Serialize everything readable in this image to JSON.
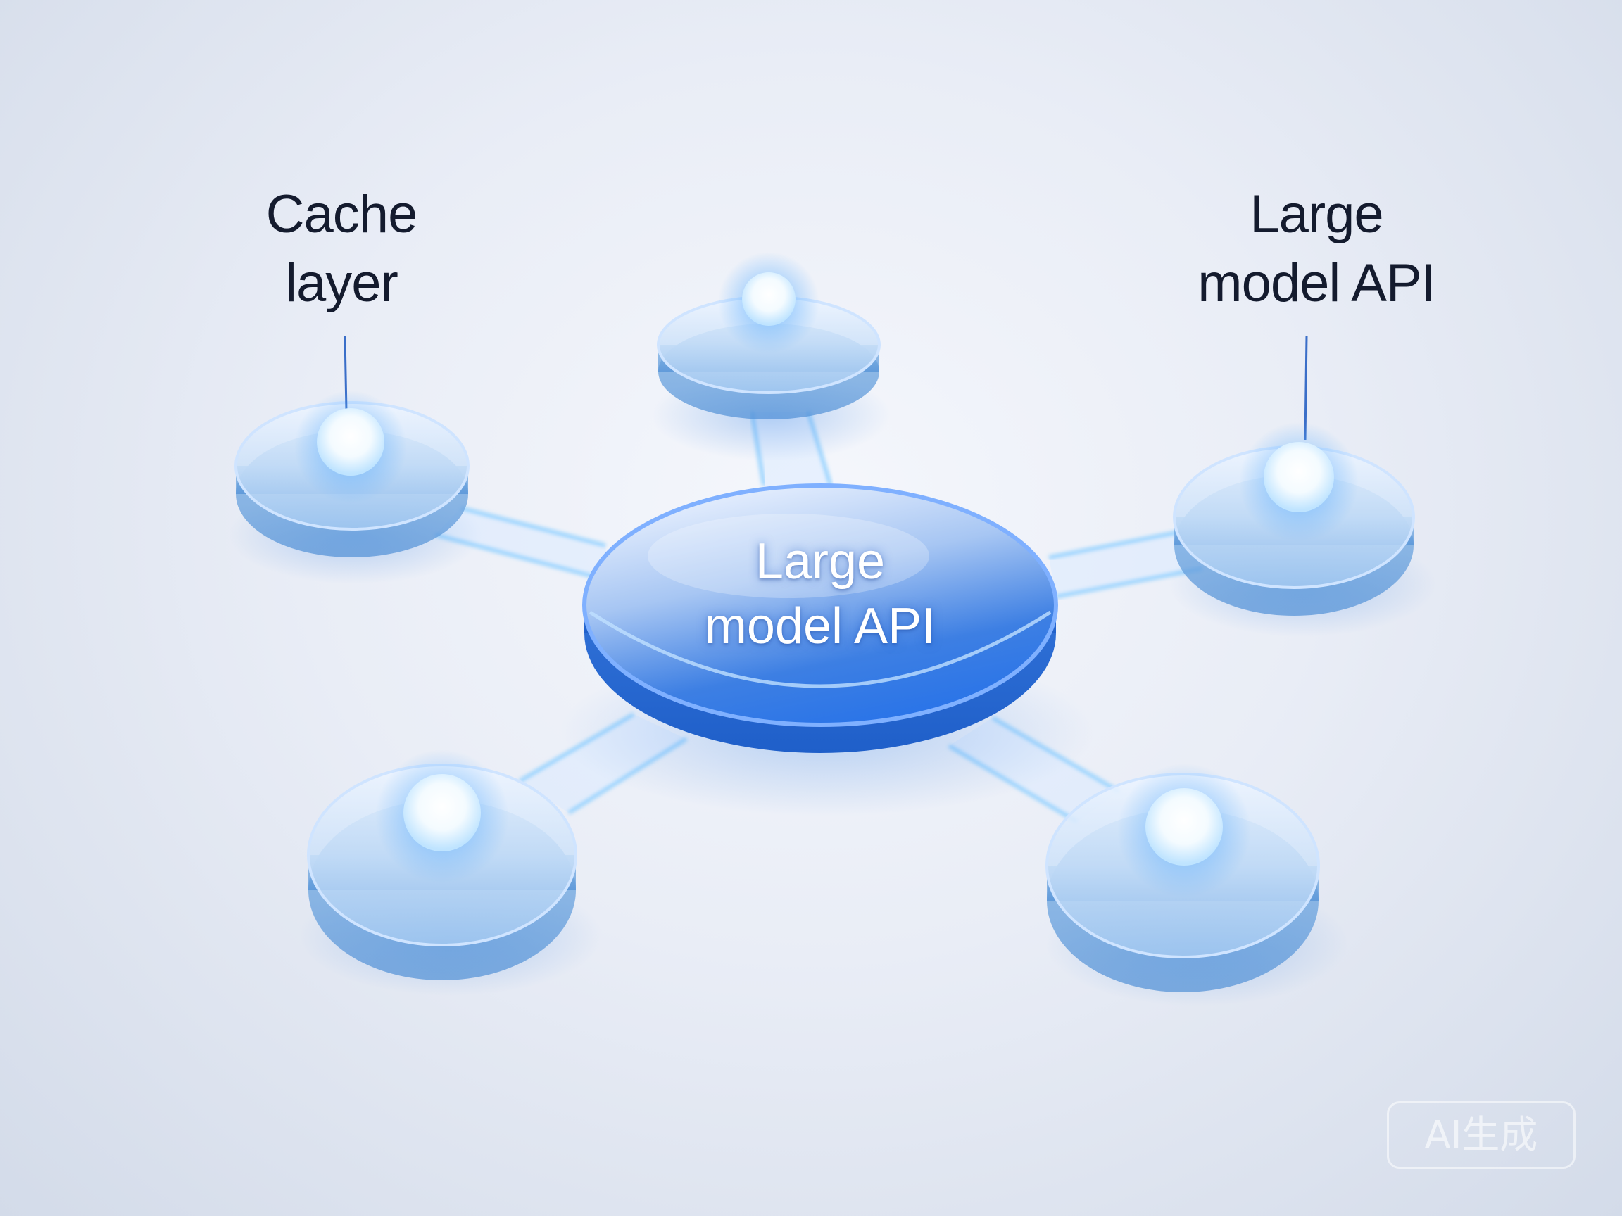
{
  "labels": {
    "cache_line1": "Cache",
    "cache_line2": "layer",
    "api_right_line1": "Large",
    "api_right_line2": "model API"
  },
  "hub": {
    "line1": "Large",
    "line2": "model API"
  },
  "watermark": "AI生成",
  "colors": {
    "accent": "#2f6fe0",
    "glow": "#7fc8ff",
    "label_text": "#141b2e"
  }
}
